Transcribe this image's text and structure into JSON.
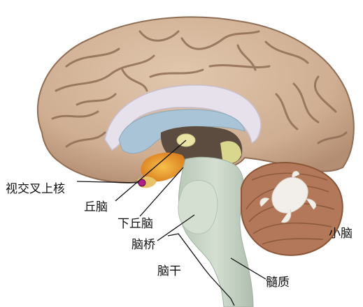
{
  "labels": {
    "suprachiasmatic": "视交叉上核",
    "thalamus": "丘脑",
    "hypothalamus": "下丘脑",
    "pons": "脑桥",
    "brainstem": "脑干",
    "medulla": "髓质",
    "cerebellum": "小脑"
  },
  "colors": {
    "cortex": "#d2b59a",
    "sulcus": "#8f6e55",
    "ventricle": "#a8c4d6",
    "callosum": "#e6e1ea",
    "thalamus": "#e9e3a6",
    "hypothalamus": "#e79a2b",
    "brainstem": "#c6d3c4",
    "cerebellum": "#b3785a",
    "scn_dot": "#b0208b"
  }
}
